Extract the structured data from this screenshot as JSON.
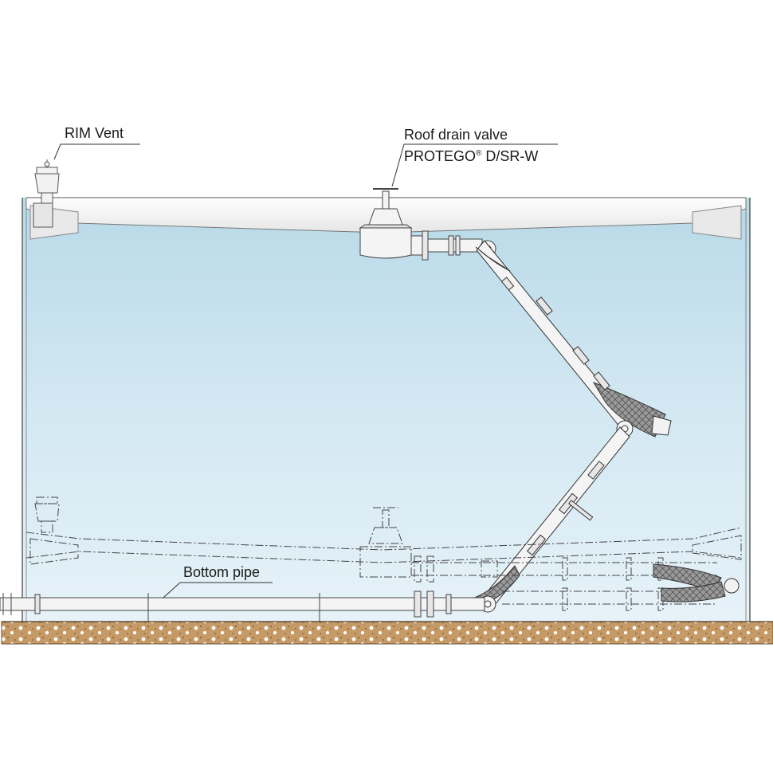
{
  "labels": {
    "rim_vent": "RIM Vent",
    "roof_drain_valve": "Roof drain valve",
    "model_name": "PROTEGO",
    "model_mark": "®",
    "model_suffix": " D/SR-W",
    "bottom_pipe": "Bottom pipe"
  },
  "colors": {
    "liquid_top": "#bcdcea",
    "liquid_bottom": "#e4f1f7",
    "roof": "#f0f0f0",
    "outline": "#3a3a3a",
    "ground": "#c69c68",
    "hose_mesh": "#555555"
  }
}
